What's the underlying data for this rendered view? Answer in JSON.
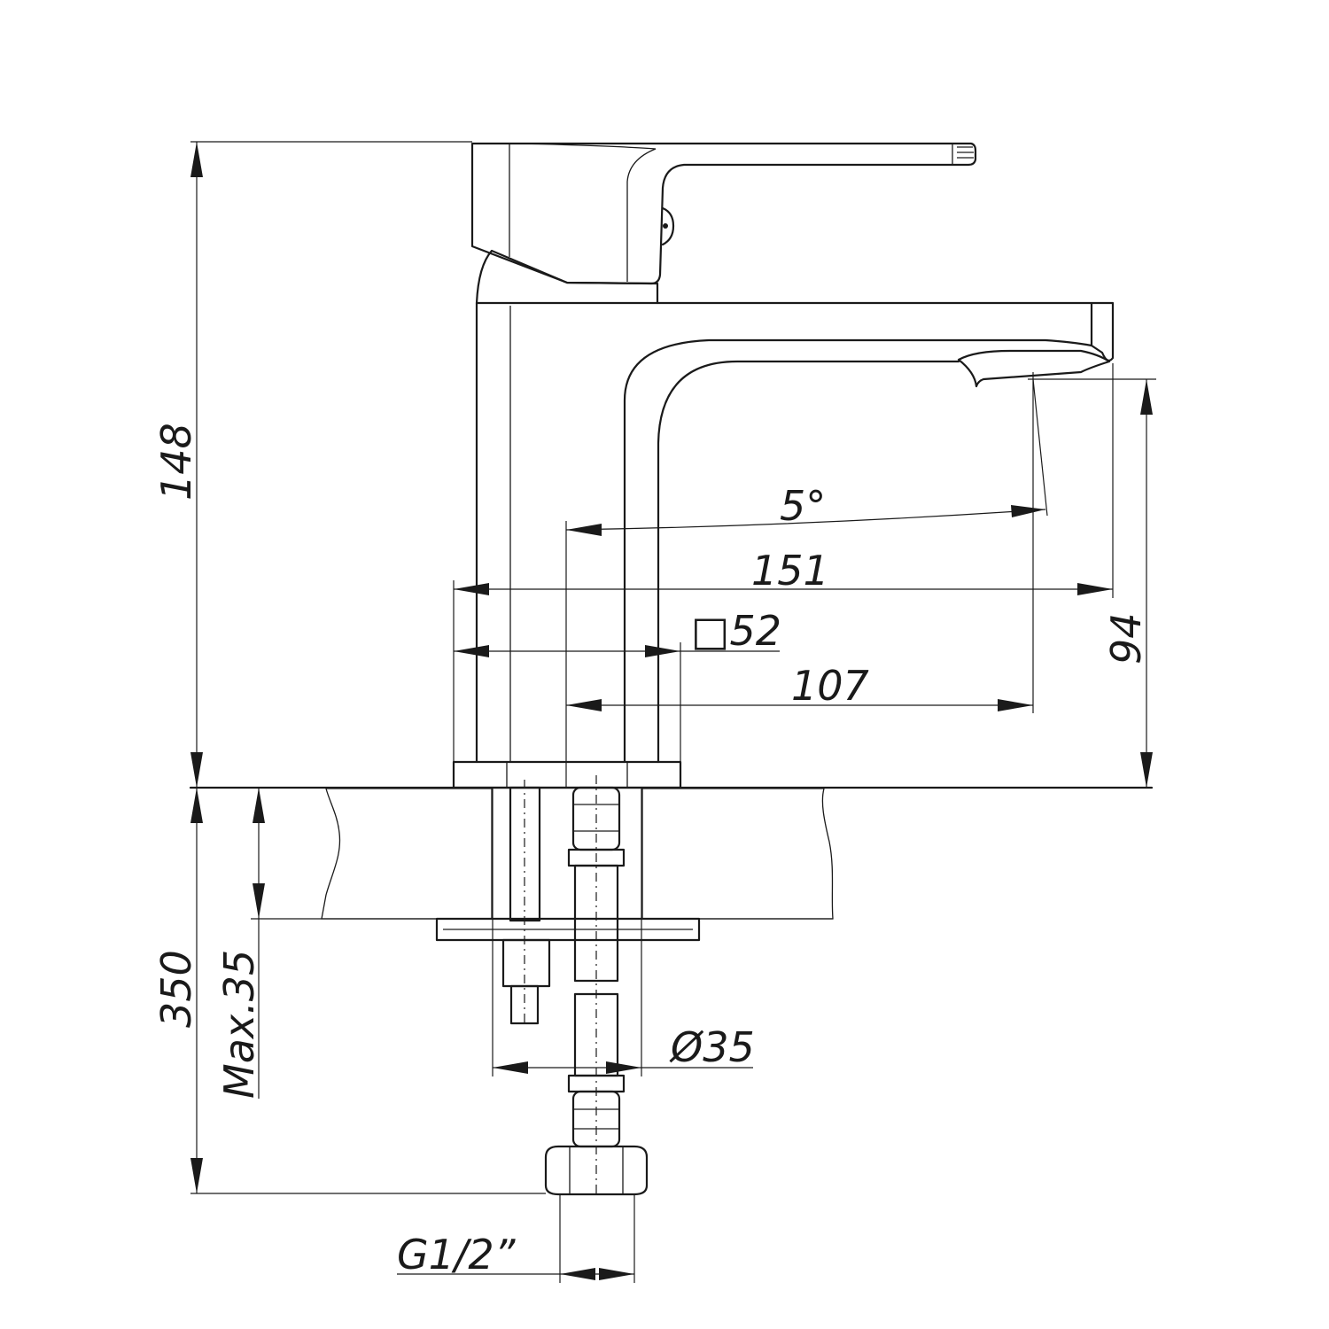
{
  "dimensions": {
    "height_total": "148",
    "reach_total": "151",
    "base_square": "□52",
    "reach_axis": "107",
    "spout_clearance": "94",
    "spout_angle": "5°",
    "hose_length": "350",
    "deck_thickness_max": "Max.35",
    "hole_diameter": "Ø35",
    "connection_thread": "G1/2”"
  },
  "colors": {
    "line": "#1a1a1a",
    "background": "#ffffff"
  }
}
